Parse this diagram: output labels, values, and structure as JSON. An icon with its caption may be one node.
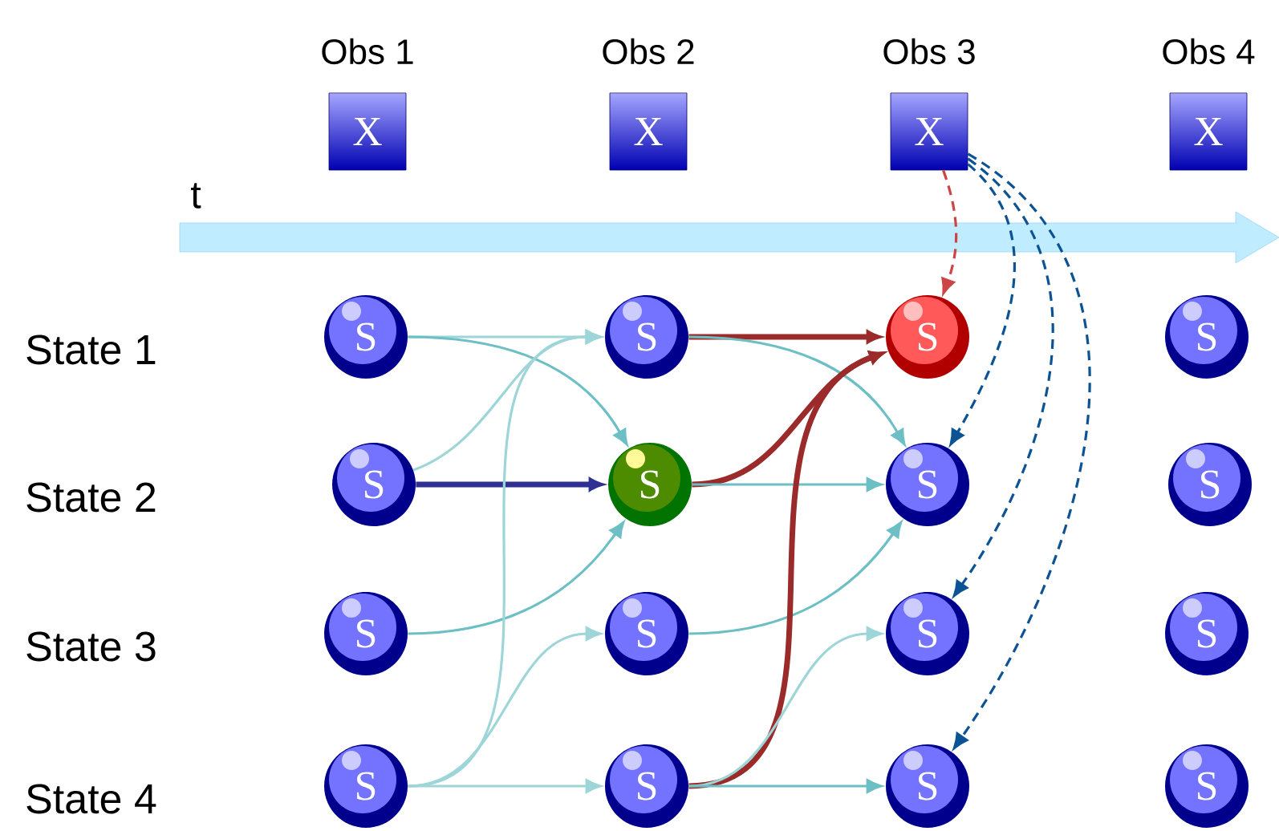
{
  "diagram": {
    "nodes": [
      {
        "text": [
          "Obs 1",
          "X"
        ]
      },
      {
        "text": [
          "Obs 2",
          "X"
        ]
      },
      {
        "text": [
          "Obs 3",
          "X"
        ]
      },
      {
        "text": [
          "Obs 4",
          "X"
        ]
      },
      {
        "text": [
          "S"
        ]
      },
      {
        "text": [
          "S"
        ]
      },
      {
        "text": [
          "S"
        ]
      },
      {
        "text": [
          "S"
        ]
      },
      {
        "text": [
          "S"
        ]
      },
      {
        "text": [
          "S"
        ]
      },
      {
        "text": [
          "S"
        ]
      },
      {
        "text": [
          "S"
        ]
      },
      {
        "text": [
          "S"
        ]
      },
      {
        "text": [
          "S"
        ]
      },
      {
        "text": [
          "S"
        ]
      },
      {
        "text": [
          "S"
        ]
      },
      {
        "text": [
          "S"
        ]
      },
      {
        "text": [
          "S"
        ]
      },
      {
        "text": [
          "S"
        ]
      },
      {
        "text": [
          "S"
        ]
      }
    ],
    "edges": [
      {
        "from": 4,
        "to": 5,
        "arrow": "to",
        "color": "#9dd5d8"
      },
      {
        "from": 4,
        "to": 9,
        "arrow": "to"
      },
      {
        "from": 8,
        "to": 5,
        "arrow": "to",
        "color": "#9dd5d8"
      },
      {
        "from": 8,
        "to": 9,
        "arrow": "to",
        "style": "thick",
        "color": "#2e3192"
      },
      {
        "from": 12,
        "to": 9,
        "arrow": "to"
      },
      {
        "from": 16,
        "to": 5,
        "arrow": "to",
        "color": "#9dd5d8"
      },
      {
        "from": 16,
        "to": 13,
        "arrow": "to",
        "color": "#9dd5d8"
      },
      {
        "from": 16,
        "to": 17,
        "arrow": "to",
        "color": "#9dd5d8"
      },
      {
        "from": 5,
        "to": 6,
        "arrow": "to",
        "style": "thick",
        "color": "#9b2b2b"
      },
      {
        "from": 5,
        "to": 10,
        "arrow": "to"
      },
      {
        "from": 9,
        "to": 6,
        "arrow": "to",
        "style": "thick",
        "color": "#9b2b2b"
      },
      {
        "from": 9,
        "to": 10,
        "arrow": "to"
      },
      {
        "from": 13,
        "to": 10,
        "arrow": "to"
      },
      {
        "from": 17,
        "to": 6,
        "arrow": "to",
        "style": "thick",
        "color": "#9b2b2b"
      },
      {
        "from": 17,
        "to": 14,
        "arrow": "to",
        "color": "#9dd5d8"
      },
      {
        "from": 17,
        "to": 18,
        "arrow": "to"
      },
      {
        "from": 2,
        "to": 6,
        "arrow": "to",
        "style": "dashed",
        "color": "#cc4444"
      },
      {
        "from": 2,
        "to": 10,
        "arrow": "to",
        "style": "dashed",
        "color": "#0b5394"
      },
      {
        "from": 2,
        "to": 14,
        "arrow": "to",
        "style": "dashed",
        "color": "#0b5394"
      },
      {
        "from": 2,
        "to": 18,
        "arrow": "to",
        "style": "dashed",
        "color": "#0b5394"
      }
    ],
    "labels": [
      "t",
      "State 1",
      "State 2",
      "State 3",
      "State 4"
    ]
  }
}
